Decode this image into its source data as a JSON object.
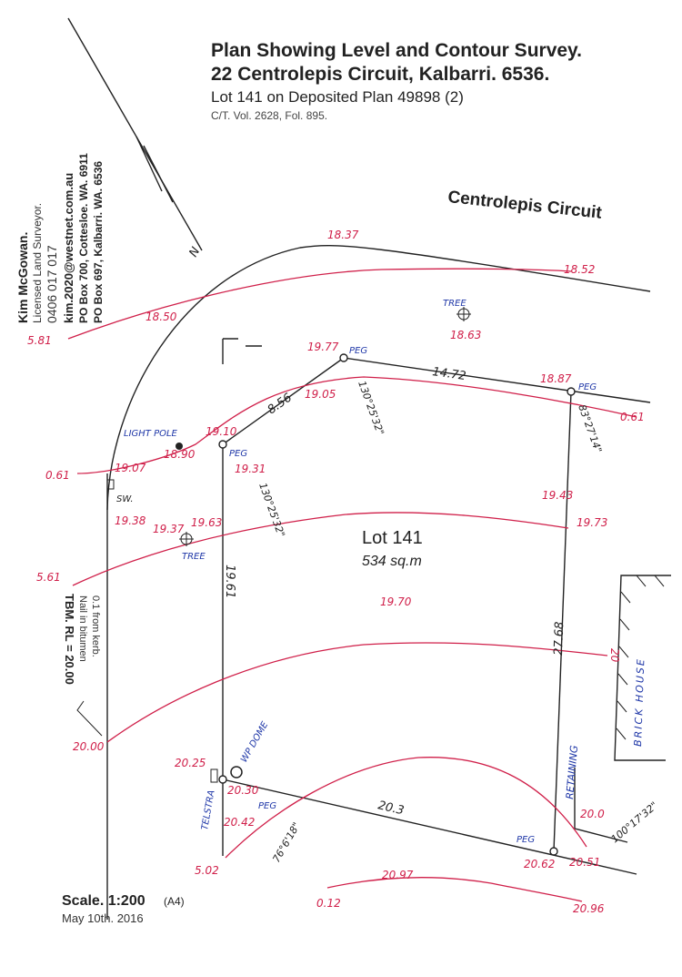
{
  "header": {
    "title_line1": "Plan Showing Level and Contour Survey.",
    "title_line2": "22 Centrolepis Circuit, Kalbarri. 6536.",
    "lot_line": "Lot 141 on Deposited Plan 49898 (2)",
    "ct_line": "C/T. Vol. 2628, Fol. 895."
  },
  "surveyor": {
    "name": "Kim McGowan.",
    "role": "Licensed Land Surveyor.",
    "phone": "0406 017 017",
    "email": "kim.2020@westnet.com.au",
    "address1": "PO Box 700, Cottesloe. WA. 6911",
    "address2": "PO Box 697, Kalbarri. WA. 6536"
  },
  "street": "Centrolepis Circuit",
  "north": "N",
  "lot": {
    "name": "Lot 141",
    "area": "534 sq.m"
  },
  "tbm": {
    "line1": "TBM. RL = 20.00",
    "line2": "Nail in bitumen",
    "line3": "0.1 from kerb."
  },
  "footer": {
    "scale": "Scale. 1:200",
    "paper": "(A4)",
    "date": "May 10th. 2016"
  },
  "dimensions": {
    "d1": "8.56",
    "d2": "14.72",
    "d3": "27.68",
    "d4": "19.61",
    "d5": "20.3",
    "a1": "130°25'32\"",
    "a2": "130°25'32\"",
    "a3": "83°27'14\"",
    "a4": "100°17'32\"",
    "a5": "76°6'18\""
  },
  "levels": {
    "l1837": "18.37",
    "l1852": "18.52",
    "l1850": "18.50",
    "l581": "5.81",
    "l1863": "18.63",
    "l1977": "19.77",
    "l1905": "19.05",
    "l1887": "18.87",
    "l061a": "0.61",
    "l061b": "0.61",
    "l1890": "18.90",
    "l1910": "19.10",
    "l1931": "19.31",
    "l1907": "19.07",
    "l1938": "19.38",
    "l1937": "19.37",
    "l1963": "19.63",
    "l1943": "19.43",
    "l1973": "19.73",
    "l1970": "19.70",
    "l561": "5.61",
    "l20": "20",
    "l2000": "20.00",
    "l2025": "20.25",
    "l2030": "20.30",
    "l2042": "20.42",
    "l502": "5.02",
    "l2097": "20.97",
    "l012": "0.12",
    "l2096": "20.96",
    "l2062": "20.62",
    "l2051": "20.51",
    "l200": "20.0"
  },
  "features": {
    "peg": "PEG",
    "light_pole": "LIGHT POLE",
    "tree": "TREE",
    "sw": "SW.",
    "wp_dome": "WP DOME",
    "telstra": "TELSTRA",
    "retaining": "RETAINING",
    "brick_house": "BRICK HOUSE"
  },
  "colors": {
    "contour": "#d0204a",
    "annotation": "#2038a8",
    "linework": "#222222"
  }
}
